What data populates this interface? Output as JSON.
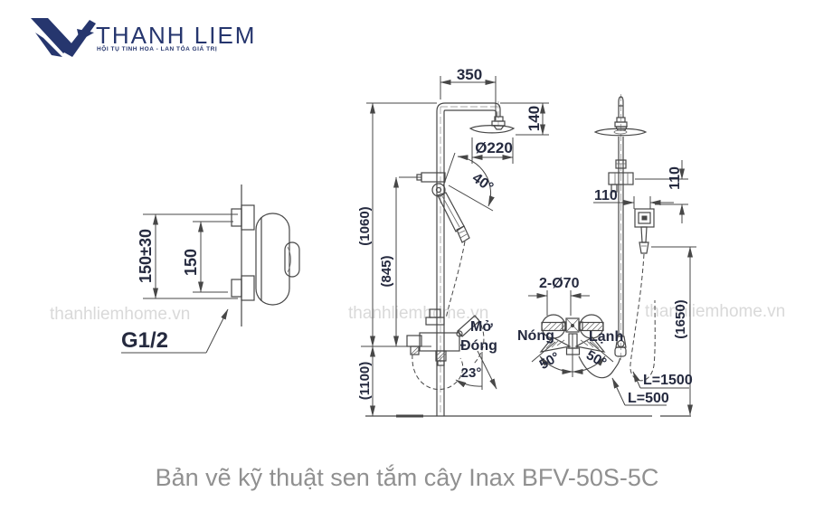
{
  "brand": {
    "name": "THANH LIEM",
    "tagline": "HỘI TỤ TINH HOA - LAN TỎA GIÁ TRỊ",
    "logo_color": "#26366e"
  },
  "watermark": {
    "text": "thanhliemhome.vn",
    "color": "#d9d9d9"
  },
  "caption": {
    "text": "Bản vẽ kỹ thuật sen tắm cây Inax BFV-50S-5C",
    "color": "#909090"
  },
  "drawing": {
    "line_color": "#474747",
    "text_color": "#252a3f",
    "labels": {
      "dim_150pm30": "150±30",
      "dim_150": "150",
      "thread_g12": "G1/2",
      "dim_350": "350",
      "dim_140": "140",
      "dim_d220": "Ø220",
      "dim_1060": "(1060)",
      "dim_845": "(845)",
      "dim_1100": "(1100)",
      "angle_40": "40°",
      "open_label": "Mở",
      "close_label": "Đóng",
      "angle_23": "23°",
      "dim_110_h": "110",
      "dim_110_v": "110",
      "dim_2d70": "2-Ø70",
      "hot_label": "Nóng",
      "cold_label": "Lạnh",
      "angle_50_left": "50°",
      "angle_50_right": "50°",
      "dim_1650": "(1650)",
      "hose_long": "L=1500",
      "hose_short": "L=500"
    }
  }
}
